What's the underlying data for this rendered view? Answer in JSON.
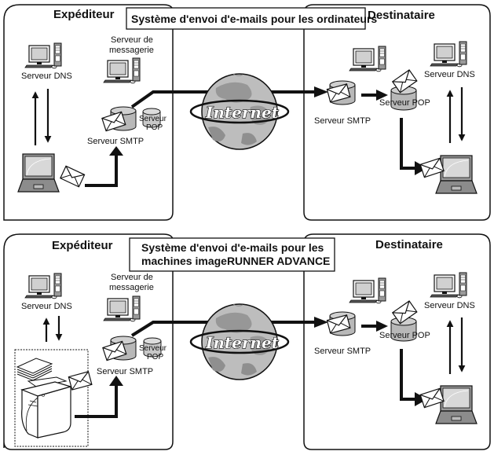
{
  "diagrams": [
    {
      "title": "Système d'envoi d'e-mails pour les ordinateurs",
      "sender": {
        "header": "Expéditeur",
        "dns_label": "Serveur DNS",
        "mail_server_label_1": "Serveur de",
        "mail_server_label_2": "messagerie",
        "smtp_label": "Serveur SMTP",
        "pop_label_1": "Serveur",
        "pop_label_2": "POP",
        "client": "laptop"
      },
      "internet_label": "Internet",
      "recipient": {
        "header": "Destinataire",
        "dns_label": "Serveur DNS",
        "smtp_label": "Serveur SMTP",
        "pop_label": "Serveur POP",
        "client": "laptop"
      }
    },
    {
      "title_line1": "Système d'envoi d'e-mails pour les",
      "title_line2": "machines imageRUNNER ADVANCE",
      "sender": {
        "header": "Expéditeur",
        "dns_label": "Serveur DNS",
        "mail_server_label_1": "Serveur de",
        "mail_server_label_2": "messagerie",
        "smtp_label": "Serveur SMTP",
        "pop_label_1": "Serveur",
        "pop_label_2": "POP",
        "client": "imageRUNNER ADVANCE"
      },
      "internet_label": "Internet",
      "recipient": {
        "header": "Destinataire",
        "dns_label": "Serveur DNS",
        "smtp_label": "Serveur SMTP",
        "pop_label": "Serveur POP",
        "client": "laptop"
      }
    }
  ],
  "colors": {
    "line": "#111111",
    "device_gray": "#9a9a9a",
    "screen_gray": "#d0d0d0",
    "globe_gray": "#b9b9b9",
    "globe_dark": "#8a8a8a"
  }
}
